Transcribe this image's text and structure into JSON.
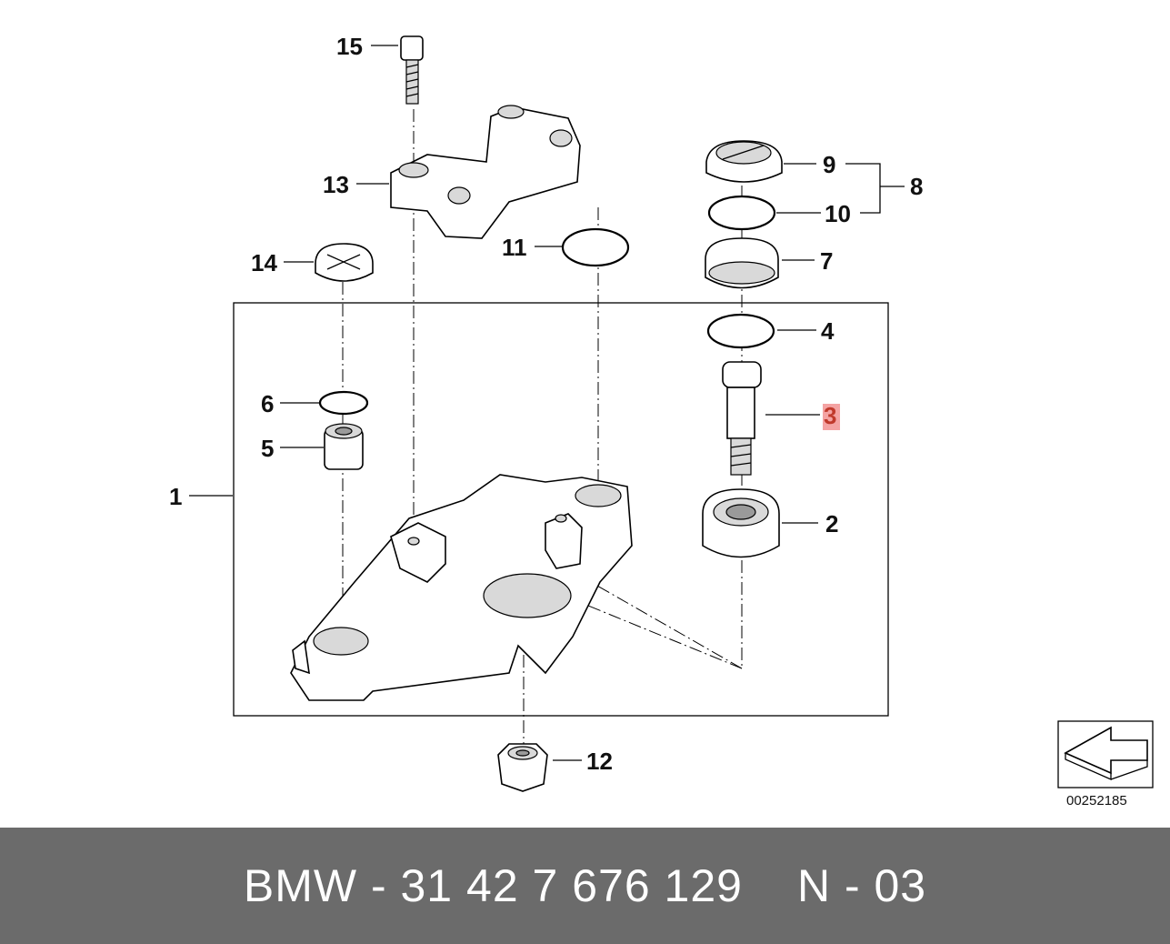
{
  "diagram": {
    "reference_number": "00252185",
    "callouts": {
      "c1": "1",
      "c2": "2",
      "c3": "3",
      "c4": "4",
      "c5": "5",
      "c6": "6",
      "c7": "7",
      "c8": "8",
      "c9": "9",
      "c10": "10",
      "c11": "11",
      "c12": "12",
      "c13": "13",
      "c14": "14",
      "c15": "15"
    },
    "highlighted_callout": "3",
    "highlight_color": "#f4a3a3"
  },
  "footer": {
    "part_label": "BMW - 31 42 7 676 129",
    "page_label": "N - 03",
    "background": "#6b6b6b"
  }
}
